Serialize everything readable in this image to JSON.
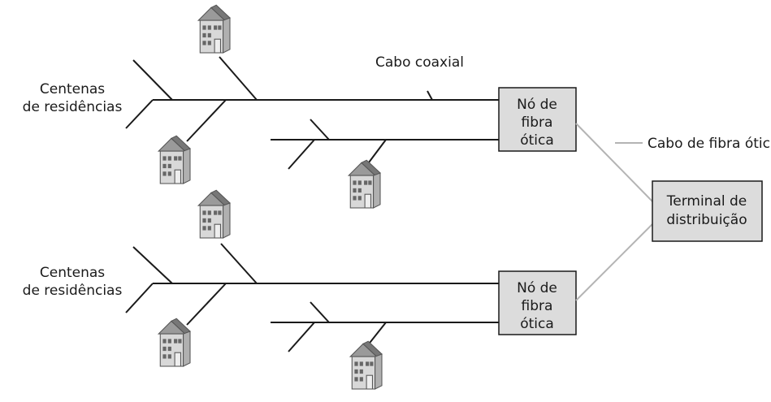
{
  "labels": {
    "coax_cable": "Cabo coaxial",
    "fiber_cable": "Cabo de fibra ótica",
    "homes_top": [
      "Centenas",
      "de residências"
    ],
    "homes_bottom": [
      "Centenas",
      "de residências"
    ]
  },
  "fiber_nodes": [
    {
      "lines": [
        "Nó de",
        "fibra",
        "ótica"
      ]
    },
    {
      "lines": [
        "Nó de",
        "fibra",
        "ótica"
      ]
    }
  ],
  "distribution_terminal": {
    "lines": [
      "Terminal de",
      "distribuição"
    ]
  },
  "icons": {
    "house": "house-icon"
  },
  "colors": {
    "box_fill": "#dcdcdc",
    "fiber_line": "#b4b4b4",
    "coax_line": "#1a1a1a"
  }
}
